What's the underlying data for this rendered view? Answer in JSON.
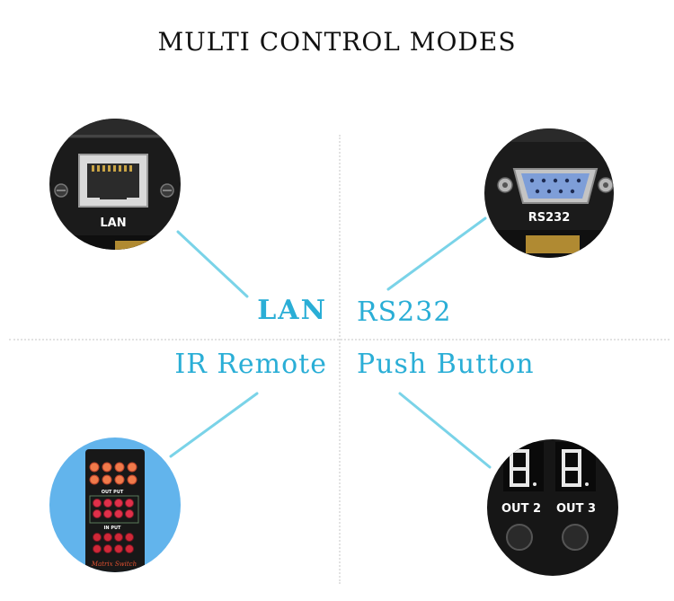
{
  "title": "MULTI CONTROL MODES",
  "labels": {
    "lan": "LAN",
    "rs232": "RS232",
    "ir_remote": "IR Remote",
    "push_button": "Push Button"
  },
  "devices": {
    "lan_port_label": "LAN",
    "rs232_port_label": "RS232",
    "remote_output_label": "OUT PUT",
    "remote_input_label": "IN PUT",
    "remote_brand": "Matrix Switch",
    "out2_label": "OUT 2",
    "out3_label": "OUT 3"
  },
  "colors": {
    "accent": "#2aaed6",
    "title": "#111111",
    "panel": "#1b1b1b",
    "remote_bg": "#62b4ec",
    "db9": "#7e9ed8"
  }
}
